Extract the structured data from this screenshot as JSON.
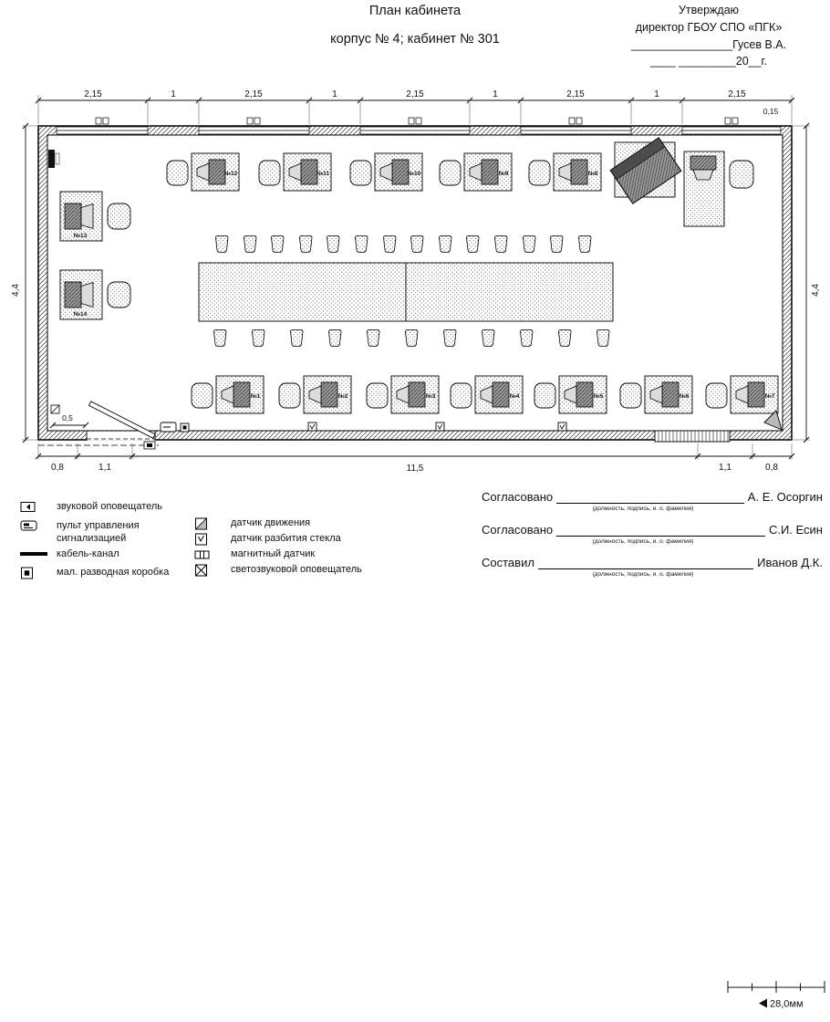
{
  "page": {
    "title_line1": "План кабинета",
    "title_line2": "корпус № 4; кабинет № 301"
  },
  "approval": {
    "line1": "Утверждаю",
    "line2": "директор ГБОУ СПО «ПГК»",
    "line3": "________________Гусев В.А.",
    "line4": "____  _________20__г."
  },
  "plan": {
    "dims_top": [
      "2,15",
      "1",
      "2,15",
      "1",
      "2,15",
      "1",
      "2,15",
      "1",
      "2,15"
    ],
    "dim_wall_thickness": "0,15",
    "dim_left": "4,4",
    "dim_right": "4,4",
    "dims_bottom": [
      "0,8",
      "1,1",
      "11,5",
      "1,1",
      "0,8"
    ],
    "dim_door": "0,5",
    "ws_top": [
      "№12",
      "№11",
      "№10",
      "№9",
      "№8"
    ],
    "ws_bottom": [
      "№1",
      "№2",
      "№3",
      "№4",
      "№5",
      "№6",
      "№7"
    ],
    "ws_left": [
      "№13",
      "№14"
    ]
  },
  "legend": {
    "col1": [
      {
        "label": "звуковой оповещатель"
      },
      {
        "label": "пульт управления",
        "label2": "сигнализацией"
      },
      {
        "label": "кабель-канал"
      },
      {
        "label": "мал. разводная коробка"
      }
    ],
    "col2": [
      {
        "label": "датчик движения"
      },
      {
        "label": "датчик разбития стекла"
      },
      {
        "label": "магнитный датчик"
      },
      {
        "label": "светозвуковой оповещатель"
      }
    ]
  },
  "signatures": [
    {
      "label": "Согласовано",
      "name": "А. Е. Осоргин",
      "note": "(должность, подпись, и. о. фамилия)"
    },
    {
      "label": "Согласовано",
      "name": "С.И. Есин",
      "note": "(должность, подпись, и. о. фамилия)"
    },
    {
      "label": "Составил",
      "name": "Иванов Д.К.",
      "note": "(должность, подпись, и. о. фамилия)"
    }
  ],
  "scale": {
    "label": "28,0мм"
  }
}
